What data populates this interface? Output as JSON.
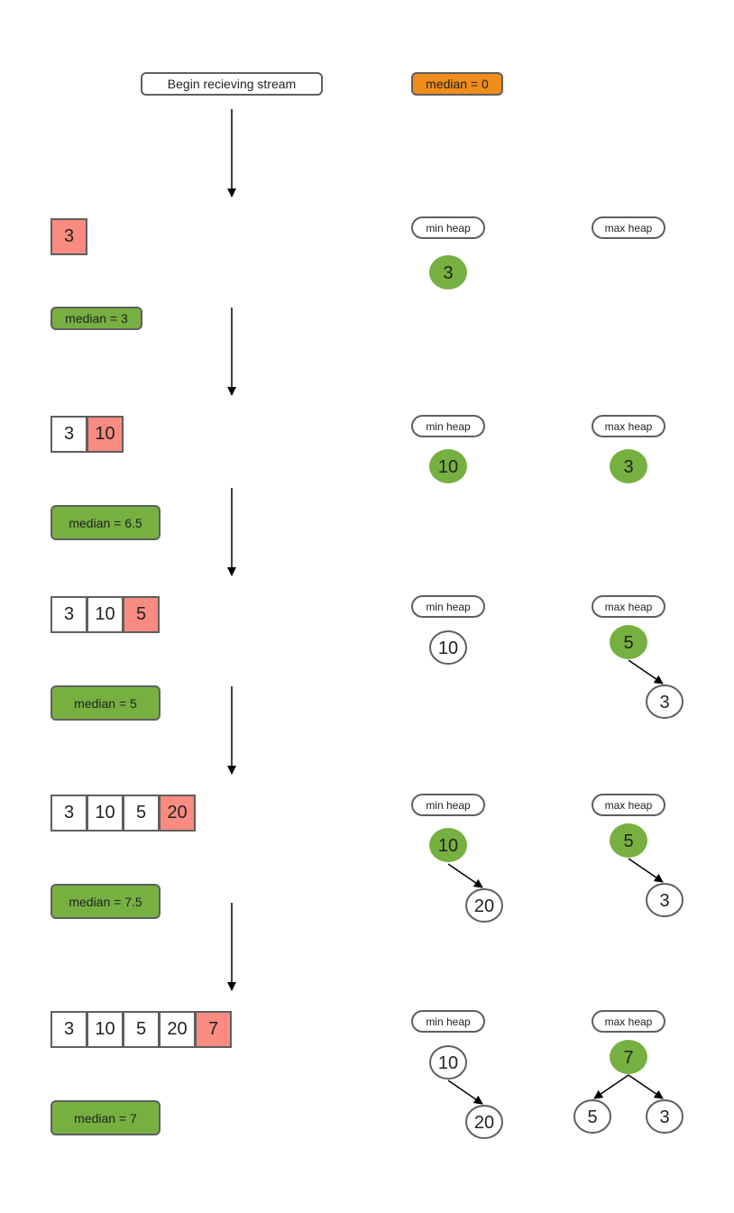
{
  "start_label": "Begin recieving stream",
  "initial_median": "median = 0",
  "steps": [
    {
      "stream": [
        "3"
      ],
      "median": "median = 3",
      "min_heap": {
        "label": "min heap",
        "nodes": [
          {
            "value": "3",
            "filled": true
          }
        ]
      },
      "max_heap": {
        "label": "max heap",
        "nodes": []
      }
    },
    {
      "stream": [
        "3",
        "10"
      ],
      "median": "median = 6.5",
      "min_heap": {
        "label": "min heap",
        "nodes": [
          {
            "value": "10",
            "filled": true
          }
        ]
      },
      "max_heap": {
        "label": "max heap",
        "nodes": [
          {
            "value": "3",
            "filled": true
          }
        ]
      }
    },
    {
      "stream": [
        "3",
        "10",
        "5"
      ],
      "median": "median = 5",
      "min_heap": {
        "label": "min heap",
        "nodes": [
          {
            "value": "10",
            "filled": false
          }
        ]
      },
      "max_heap": {
        "label": "max heap",
        "nodes": [
          {
            "value": "5",
            "filled": true
          },
          {
            "value": "3",
            "filled": false
          }
        ]
      }
    },
    {
      "stream": [
        "3",
        "10",
        "5",
        "20"
      ],
      "median": "median = 7.5",
      "min_heap": {
        "label": "min heap",
        "nodes": [
          {
            "value": "10",
            "filled": true
          },
          {
            "value": "20",
            "filled": false
          }
        ]
      },
      "max_heap": {
        "label": "max heap",
        "nodes": [
          {
            "value": "5",
            "filled": true
          },
          {
            "value": "3",
            "filled": false
          }
        ]
      }
    },
    {
      "stream": [
        "3",
        "10",
        "5",
        "20",
        "7"
      ],
      "median": "median = 7",
      "min_heap": {
        "label": "min heap",
        "nodes": [
          {
            "value": "10",
            "filled": false
          },
          {
            "value": "20",
            "filled": false
          }
        ]
      },
      "max_heap": {
        "label": "max heap",
        "nodes": [
          {
            "value": "7",
            "filled": true
          },
          {
            "value": "5",
            "filled": false
          },
          {
            "value": "3",
            "filled": false
          }
        ]
      }
    }
  ],
  "colors": {
    "new_element": "#f98b80",
    "median_box": "#76b041",
    "initial_median_box": "#f08c1a",
    "highlighted_node": "#76b041",
    "border": "#5f5f5f"
  }
}
